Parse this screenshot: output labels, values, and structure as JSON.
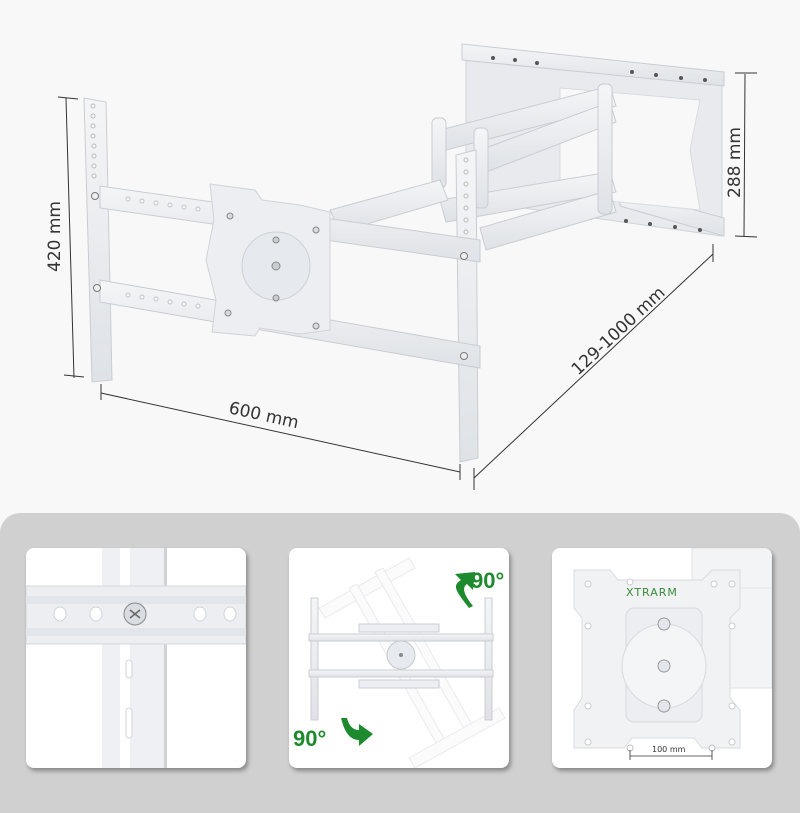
{
  "product": {
    "brand": "XTRARM",
    "finish_color": "#eef0f3",
    "accent_color": "#1e8a2e"
  },
  "dimensions": {
    "height": "420 mm",
    "width": "600 mm",
    "extension": "129-1000 mm",
    "wall_plate_height": "288 mm"
  },
  "detail_cards": [
    {
      "name": "bolt-detail",
      "caption": ""
    },
    {
      "name": "rotation-detail",
      "rotate_cw": "90°",
      "rotate_ccw": "90°"
    },
    {
      "name": "vesa-plate-detail",
      "brand": "XTRARM",
      "vesa_spacing": "100 mm"
    }
  ],
  "colors": {
    "background": "#f8f8f8",
    "panel": "#d0d0d0",
    "card": "#ffffff",
    "dim_line": "#333333"
  }
}
